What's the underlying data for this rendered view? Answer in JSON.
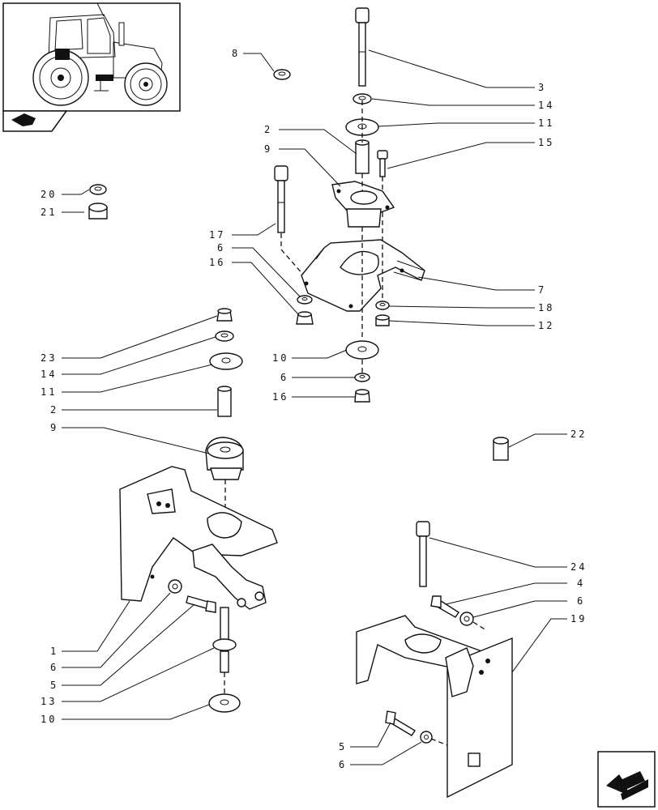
{
  "diagram": {
    "callouts": [
      {
        "id": "c8",
        "text": "8"
      },
      {
        "id": "c3",
        "text": "3"
      },
      {
        "id": "c14a",
        "text": "14"
      },
      {
        "id": "c11a",
        "text": "11"
      },
      {
        "id": "c15",
        "text": "15"
      },
      {
        "id": "c2a",
        "text": "2"
      },
      {
        "id": "c9a",
        "text": "9"
      },
      {
        "id": "c20",
        "text": "20"
      },
      {
        "id": "c21",
        "text": "21"
      },
      {
        "id": "c17",
        "text": "17"
      },
      {
        "id": "c6a",
        "text": "6"
      },
      {
        "id": "c16a",
        "text": "16"
      },
      {
        "id": "c7",
        "text": "7"
      },
      {
        "id": "c18",
        "text": "18"
      },
      {
        "id": "c12",
        "text": "12"
      },
      {
        "id": "c10a",
        "text": "10"
      },
      {
        "id": "c6b",
        "text": "6"
      },
      {
        "id": "c16b",
        "text": "16"
      },
      {
        "id": "c23",
        "text": "23"
      },
      {
        "id": "c14b",
        "text": "14"
      },
      {
        "id": "c11b",
        "text": "11"
      },
      {
        "id": "c2b",
        "text": "2"
      },
      {
        "id": "c9b",
        "text": "9"
      },
      {
        "id": "c22",
        "text": "22"
      },
      {
        "id": "c24",
        "text": "24"
      },
      {
        "id": "c4",
        "text": "4"
      },
      {
        "id": "c6c",
        "text": "6"
      },
      {
        "id": "c19",
        "text": "19"
      },
      {
        "id": "c1",
        "text": "1"
      },
      {
        "id": "c6d",
        "text": "6"
      },
      {
        "id": "c5a",
        "text": "5"
      },
      {
        "id": "c13",
        "text": "13"
      },
      {
        "id": "c10b",
        "text": "10"
      },
      {
        "id": "c5b",
        "text": "5"
      },
      {
        "id": "c6e",
        "text": "6"
      }
    ],
    "icons": [
      "tractor-thumbnail-icon",
      "section-arrow-icon",
      "next-page-arrow-icon"
    ]
  }
}
